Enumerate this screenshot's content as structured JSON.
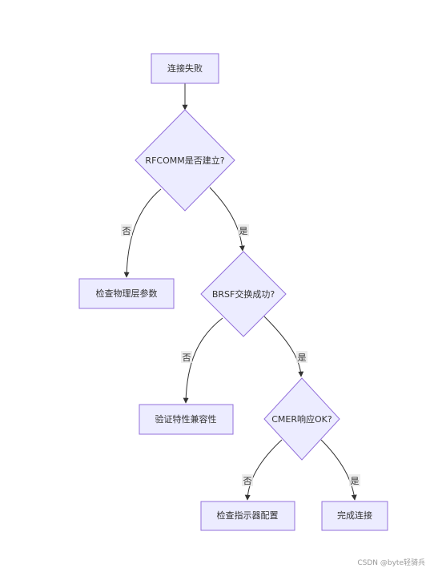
{
  "nodes": {
    "start": "连接失败",
    "q_rfcomm": "RFCOMM是否建立?",
    "check_physical": "检查物理层参数",
    "q_brsf": "BRSF交换成功?",
    "verify_features": "验证特性兼容性",
    "q_cmer": "CMER响应OK?",
    "check_indicator": "检查指示器配置",
    "done": "完成连接"
  },
  "edges": {
    "rfcomm_no": "否",
    "rfcomm_yes": "是",
    "brsf_no": "否",
    "brsf_yes": "是",
    "cmer_no": "否",
    "cmer_yes": "是"
  },
  "colors": {
    "node_fill": "#ECECFF",
    "node_stroke": "#9370DB",
    "edge": "#333333"
  },
  "watermark": "CSDN @byte轻骑兵"
}
